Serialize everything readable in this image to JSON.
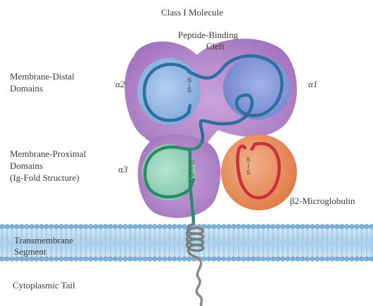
{
  "title": "Class I Molecule",
  "labels": {
    "peptide_cleft_line1": "Peptide-Binding",
    "peptide_cleft_line2": "Cleft",
    "distal_line1": "Membrane-Distal",
    "distal_line2": "Domains",
    "proximal_line1": "Membrane-Proximal",
    "proximal_line2": "Domains",
    "proximal_line3": "(Ig-Fold Structure)",
    "alpha2": "α2",
    "alpha1": "α1",
    "alpha3": "α3",
    "b2m": "β2-Microglobulin",
    "transmembrane_line1": "Transmembrane",
    "transmembrane_line2": "Segment",
    "cytoplasmic": "Cytoplasmic Tail",
    "disulfide": "S"
  },
  "colors": {
    "domain_outer": "#b58ac9",
    "domain_inner": "#9a6bb6",
    "alpha2_fill": "#8fb7e6",
    "alpha1_fill": "#7f93d8",
    "alpha3_fill": "#8fd4b8",
    "chain_blue": "#2d6f9e",
    "chain_green": "#2f8a6b",
    "b2m_fill": "#e98a5a",
    "b2m_chain": "#c8303a",
    "membrane": "#9cc7e8",
    "tail": "#8a8a8a"
  }
}
